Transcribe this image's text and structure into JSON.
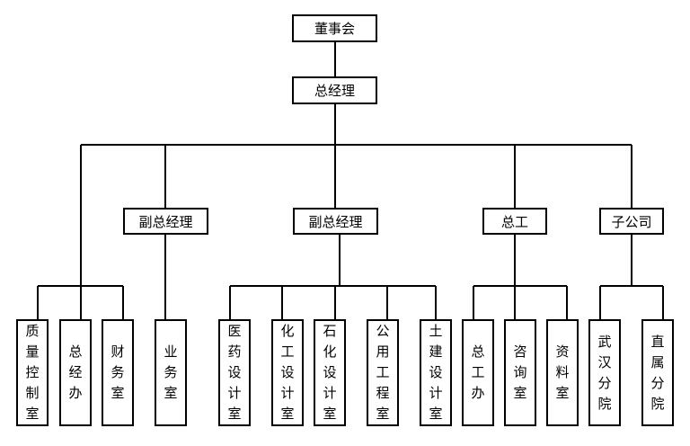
{
  "chart": {
    "board": "董事会",
    "gm": "总经理",
    "vp1": "副总经理",
    "vp2": "副总经理",
    "chief": "总工",
    "sub": "子公司",
    "depts": {
      "quality": "质量控制室",
      "office": "总经办",
      "finance": "财务室",
      "business": "业务室",
      "pharma": "医药设计室",
      "chemical": "化工设计室",
      "petro": "石化设计室",
      "public": "公用工程室",
      "civil": "土建设计室",
      "engoffice": "总工办",
      "consult": "咨询室",
      "archive": "资料室",
      "wuhan": "武汉分院",
      "direct": "直属分院"
    }
  }
}
